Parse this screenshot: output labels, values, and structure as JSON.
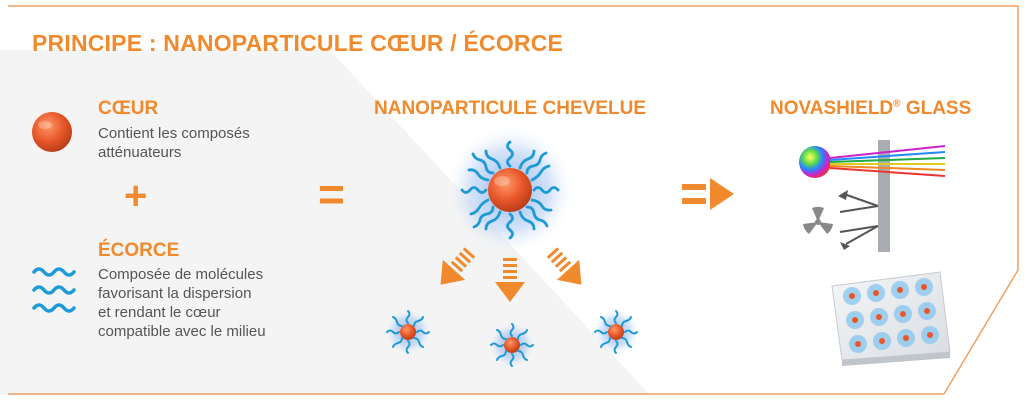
{
  "title": "PRINCIPE : NANOPARTICULE CŒUR / ÉCORCE",
  "core": {
    "heading": "CŒUR",
    "description_lines": [
      "Contient les composés",
      "atténuateurs"
    ]
  },
  "plus_symbol": "+",
  "shell": {
    "heading": "ÉCORCE",
    "description_lines": [
      "Composée de molécules",
      "favorisant la dispersion",
      "et rendant le cœur",
      "compatible avec le milieu"
    ]
  },
  "equals_symbol": "=",
  "nanoparticle": {
    "heading": "NANOPARTICULE CHEVELUE"
  },
  "product": {
    "heading_main": "NOVASHIELD",
    "heading_sup": "®",
    "heading_rest": " GLASS"
  },
  "colors": {
    "accent": "#f08a2c",
    "core": "#e8572a",
    "shell": "#1e9ad6",
    "text": "#555555"
  }
}
